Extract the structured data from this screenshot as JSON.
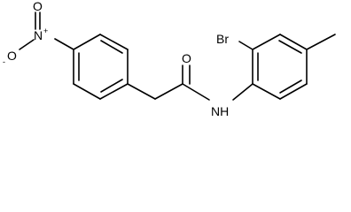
{
  "molecule": {
    "atom_labels": {
      "nitro_o_top": "O",
      "nitro_n": "N",
      "nitro_n_charge": "+",
      "nitro_o_left": "O",
      "nitro_o_left_charge": "-",
      "carbonyl_o": "O",
      "amide_nh": "NH",
      "bromine": "Br"
    }
  }
}
